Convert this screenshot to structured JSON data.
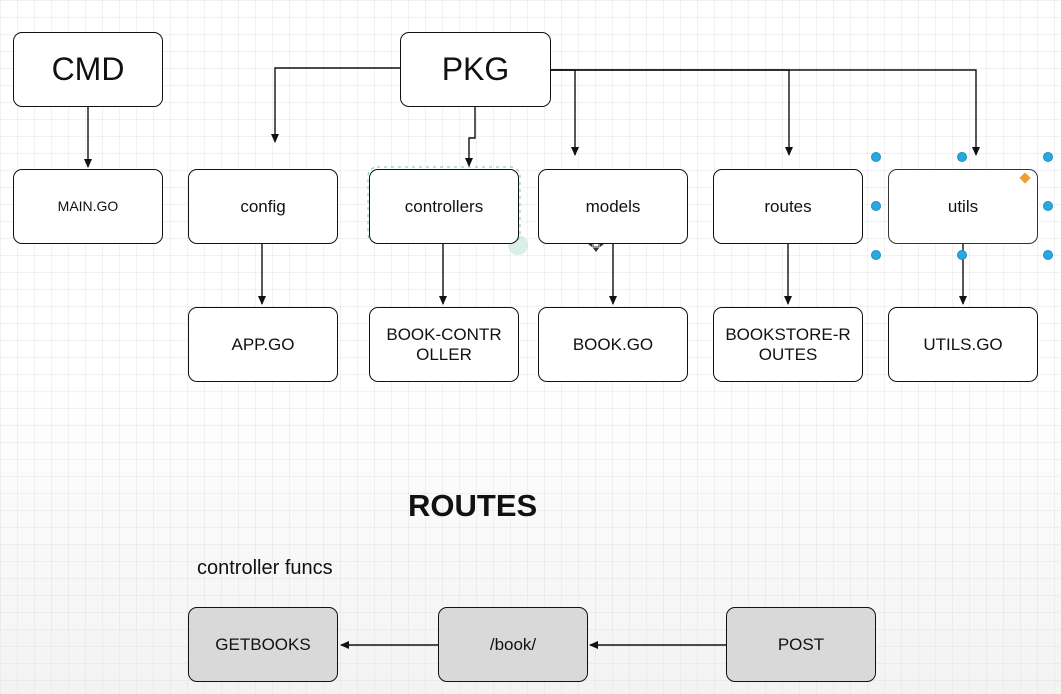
{
  "top_row": {
    "cmd": "CMD",
    "pkg": "PKG"
  },
  "cmd_children": {
    "main_go": "MAIN.GO"
  },
  "packages": [
    {
      "label": "config",
      "file": "APP.GO"
    },
    {
      "label": "controllers",
      "file": "BOOK-CONTROLLER"
    },
    {
      "label": "models",
      "file": "BOOK.GO"
    },
    {
      "label": "routes",
      "file": "BOOKSTORE-ROUTES"
    },
    {
      "label": "utils",
      "file": "UTILS.GO"
    }
  ],
  "routes_section": {
    "heading": "ROUTES",
    "caption": "controller funcs",
    "flow": [
      "GETBOOKS",
      "/book/",
      "POST"
    ]
  },
  "colors": {
    "selection_handle": "#29a8e0",
    "flow_box_fill": "#d9d9d9",
    "stroke": "#111111"
  }
}
